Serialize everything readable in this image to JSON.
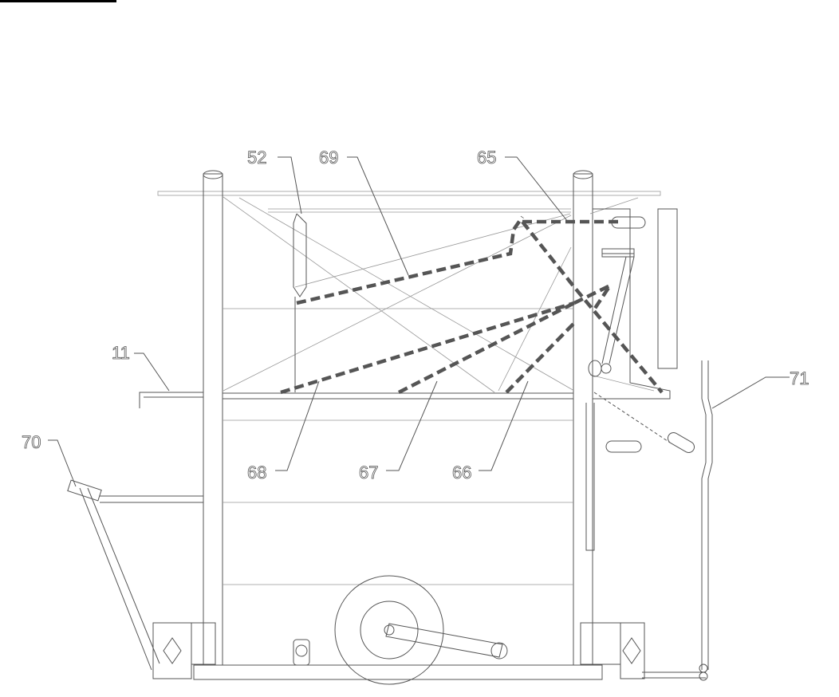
{
  "labels": {
    "l52": "52",
    "l69": "69",
    "l65": "65",
    "l11": "11",
    "l71": "71",
    "l70": "70",
    "l68": "68",
    "l67": "67",
    "l66": "66"
  }
}
